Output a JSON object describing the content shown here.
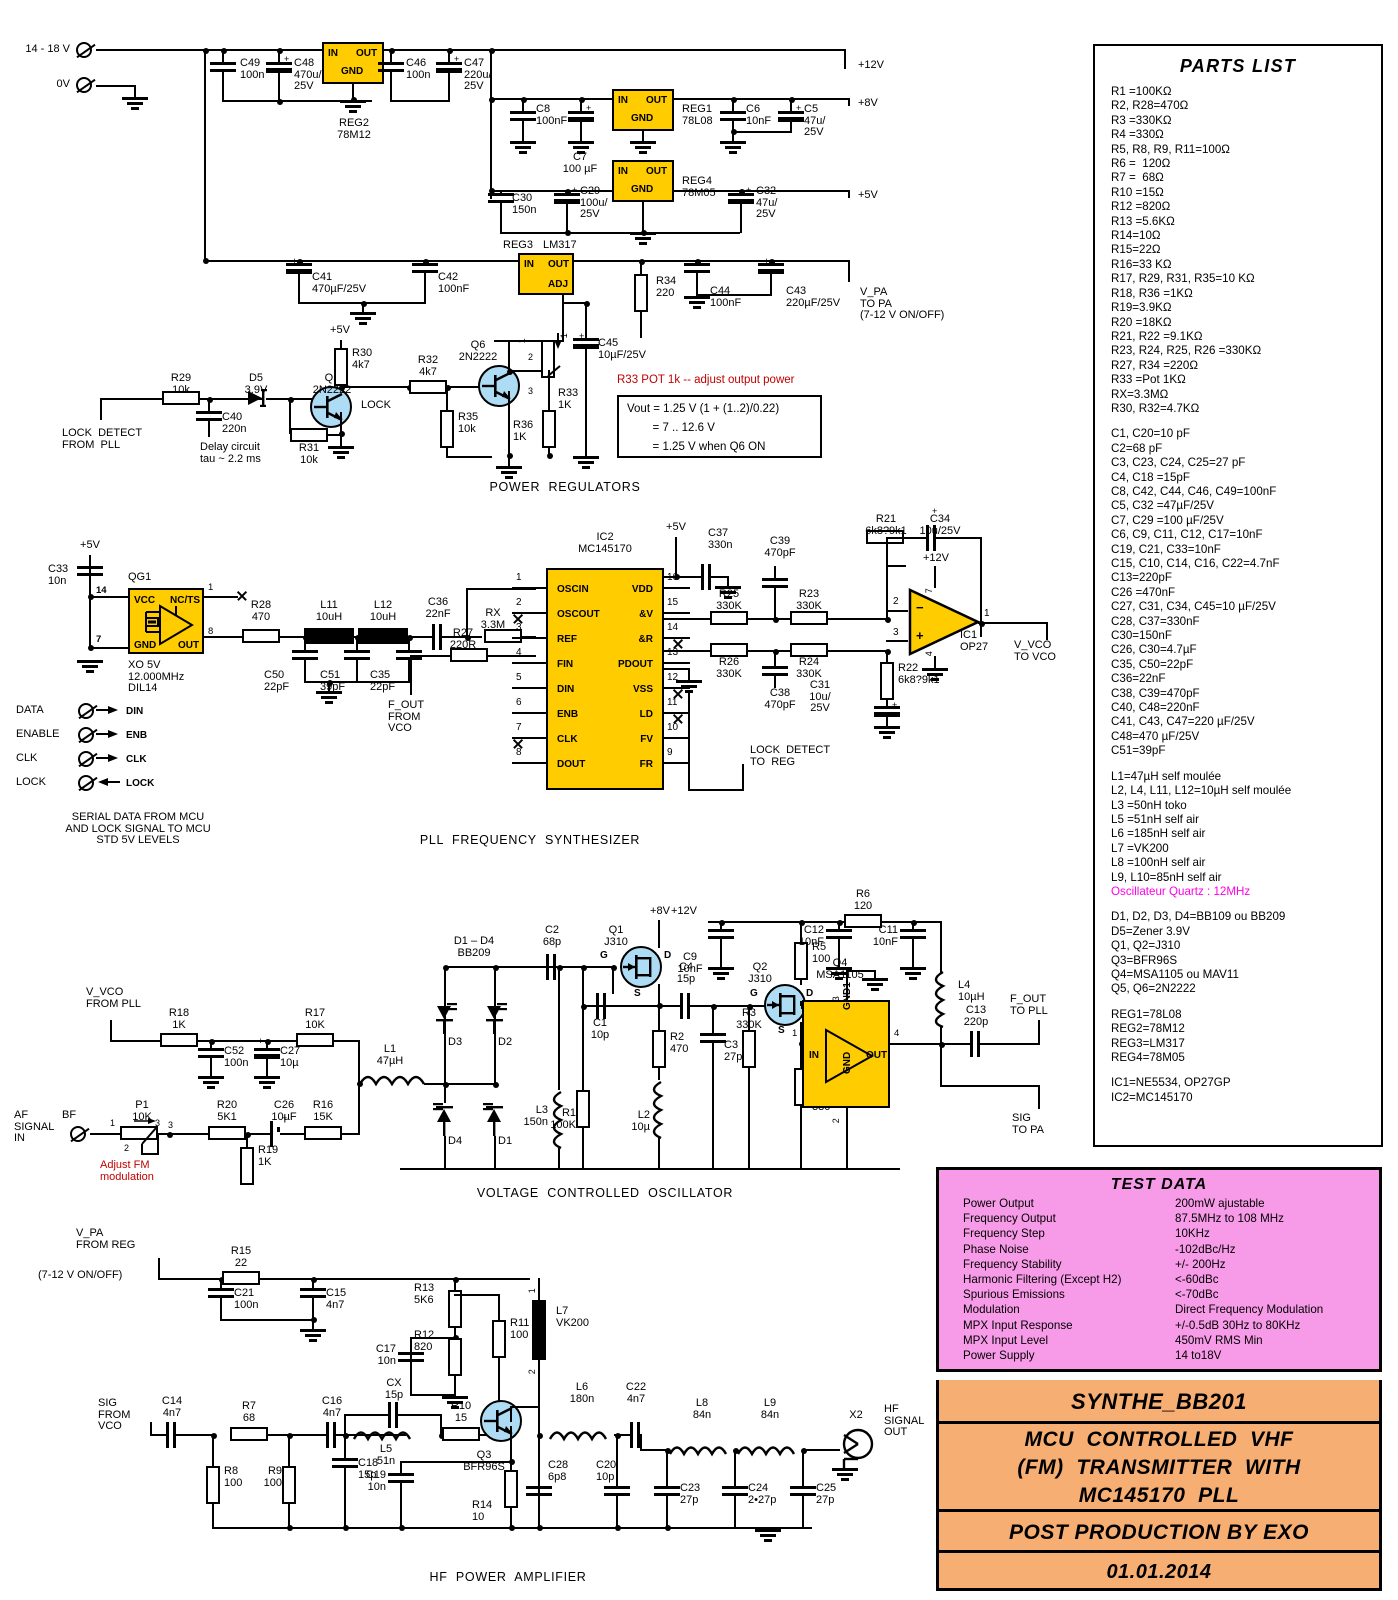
{
  "title_block": {
    "project": "SYNTHE_BB201",
    "description": "MCU  CONTROLLED  VHF\n(FM)  TRANSMITTER  WITH\nMC145170  PLL",
    "credit": "POST  PRODUCTION  BY  EXO",
    "date": "01.01.2014"
  },
  "parts_list": {
    "heading": "PARTS  LIST",
    "resistors": [
      "R1 =100KΩ",
      "R2, R28=470Ω",
      "R3 =330KΩ",
      "R4 =330Ω",
      "R5, R8, R9, R11=100Ω",
      "R6 =  120Ω",
      "R7 =  68Ω",
      "R10 =15Ω",
      "R12 =820Ω",
      "R13 =5.6KΩ",
      "R14=10Ω",
      "R15=22Ω",
      "R16=33 KΩ",
      "R17, R29, R31, R35=10 KΩ",
      "R18, R36 =1KΩ",
      "R19=3.9KΩ",
      "R20 =18KΩ",
      "R21, R22 =9.1KΩ",
      "R23, R24, R25, R26 =330KΩ",
      "R27, R34 =220Ω",
      "R33 =Pot 1KΩ",
      "RX=3.3MΩ",
      "R30, R32=4.7KΩ"
    ],
    "capacitors": [
      "C1, C20=10 pF",
      "C2=68 pF",
      "C3, C23, C24, C25=27 pF",
      "C4, C18 =15pF",
      "C8, C42, C44, C46, C49=100nF",
      "C5, C32 =47µF/25V",
      "C7, C29 =100 µF/25V",
      "C6, C9, C11, C12, C17=10nF",
      "C19, C21, C33=10nF",
      "C15, C10, C14, C16, C22=4.7nF",
      "C13=220pF",
      "C26 =470nF",
      "C27, C31, C34, C45=10 µF/25V",
      "C28, C37=330nF",
      "C30=150nF",
      "C26, C30=4.7µF",
      "C35, C50=22pF",
      "C36=22nF",
      "C38, C39=470pF",
      "C40, C48=220nF",
      "C41, C43, C47=220 µF/25V",
      "C48=470 µF/25V",
      "C51=39pF"
    ],
    "inductors": [
      "L1=47µH self moulée",
      "L2, L4, L11, L12=10µH self moulée",
      "L3 =50nH toko",
      "L5 =51nH self air",
      "L6 =185nH self air",
      "L7 =VK200",
      "L8 =100nH self air",
      "L9, L10=85nH self air"
    ],
    "oscillator_note": "Oscillateur Quartz : 12MHz",
    "semiconductors": [
      "D1, D2, D3, D4=BB109 ou BB209",
      "D5=Zener 3.9V",
      "Q1, Q2=J310",
      "Q3=BFR96S",
      "Q4=MSA1105 ou MAV11",
      "Q5, Q6=2N2222"
    ],
    "regulators": [
      "REG1=78L08",
      "REG2=78M12",
      "REG3=LM317",
      "REG4=78M05"
    ],
    "ics": [
      "IC1=NE5534, OP27GP",
      "IC2=MC145170"
    ]
  },
  "test_data": {
    "heading": "TEST  DATA",
    "rows": [
      {
        "k": "Power Output",
        "v": "200mW ajustable"
      },
      {
        "k": "Frequency Output",
        "v": "87.5MHz to 108 MHz"
      },
      {
        "k": "Frequency Step",
        "v": "10KHz"
      },
      {
        "k": "Phase Noise",
        "v": "-102dBc/Hz"
      },
      {
        "k": "Frequency Stability",
        "v": "+/- 200Hz"
      },
      {
        "k": "Harmonic Filtering (Except H2)",
        "v": "<-60dBc"
      },
      {
        "k": "Spurious Emissions",
        "v": "<-70dBc"
      },
      {
        "k": "Modulation",
        "v": "Direct Frequency Modulation"
      },
      {
        "k": "MPX Input Response",
        "v": "+/-0.5dB 30Hz to 80KHz"
      },
      {
        "k": "MPX Input Level",
        "v": "450mV RMS Min"
      },
      {
        "k": "Power Supply",
        "v": "14 to18V"
      }
    ]
  },
  "sections": {
    "power_regulators": "POWER  REGULATORS",
    "pll": "PLL  FREQUENCY  SYNTHESIZER",
    "vco": "VOLTAGE  CONTROLLED  OSCILLATOR",
    "pa": "HF  POWER  AMPLIFIER"
  },
  "power": {
    "in_label": "14 - 18 V",
    "gnd_label": "0V",
    "rails": {
      "v12": "+12V",
      "v8": "+8V",
      "v5": "+5V"
    },
    "reg2": {
      "ref": "REG2",
      "part": "78M12",
      "pins": [
        "IN",
        "OUT",
        "GND"
      ]
    },
    "reg1": {
      "ref": "REG1",
      "part": "78L08",
      "pins": [
        "IN",
        "OUT",
        "GND"
      ]
    },
    "reg4": {
      "ref": "REG4",
      "part": "78M05",
      "pins": [
        "IN",
        "OUT",
        "GND"
      ]
    },
    "reg3": {
      "ref": "REG3",
      "part": "LM317",
      "pins": [
        "IN",
        "OUT",
        "ADJ"
      ]
    },
    "caps": {
      "c49": "C49\n100n",
      "c48": "C48\n470u/\n25V",
      "c46": "C46\n100n",
      "c47": "C47\n220u/\n25V",
      "c8": "C8\n100nF",
      "c7": "C7\n100 µF",
      "c6": "C6\n10nF",
      "c5": "C5\n47u/\n25V",
      "c30": "C30\n150n",
      "c29": "C29\n100u/\n25V",
      "c32": "C32\n47u/\n25V",
      "c41": "C41\n470µF/25V",
      "c42": "C42\n100nF",
      "c44": "C44\n100nF",
      "c43": "C43\n220µF/25V",
      "c45": "C45\n10µF/25V",
      "c40": "C40\n220n"
    },
    "res": {
      "r34": "R34\n220",
      "r29": "R29\n10k",
      "r30": "R30\n4k7",
      "r31": "R31\n10k",
      "r32": "R32\n4k7",
      "r33": "R33\n1K",
      "r35": "R35\n10k",
      "r36": "R36\n1K"
    },
    "q5": "Q5\n2N2222",
    "q6": "Q6\n2N2222",
    "d5": "D5\n3.9V",
    "lock_detect_in": "LOCK  DETECT\nFROM  PLL",
    "lock_node": "LOCK",
    "delay_note": "Delay circuit\ntau ~ 2.2 ms",
    "v5_node": "+5V",
    "vpa_out": "V_PA\nTO PA\n(7-12 V ON/OFF)",
    "pot_note": "R33 POT 1k -- adjust output power",
    "vout_formula": [
      "Vout = 1.25 V (1 + (1..2)/0.22)",
      "        = 7 .. 12.6 V",
      "        = 1.25 V when Q6 ON"
    ]
  },
  "pll": {
    "ic2": {
      "ref": "IC2",
      "part": "MC145170",
      "left_pins": [
        {
          "n": "1",
          "name": "OSCIN"
        },
        {
          "n": "2",
          "name": "OSCOUT"
        },
        {
          "n": "3",
          "name": "REF"
        },
        {
          "n": "4",
          "name": "FIN"
        },
        {
          "n": "5",
          "name": "DIN"
        },
        {
          "n": "6",
          "name": "ENB"
        },
        {
          "n": "7",
          "name": "CLK"
        },
        {
          "n": "8",
          "name": "DOUT"
        }
      ],
      "right_pins": [
        {
          "n": "16",
          "name": "VDD"
        },
        {
          "n": "15",
          "name": "&V"
        },
        {
          "n": "14",
          "name": "&R"
        },
        {
          "n": "13",
          "name": "PDOUT"
        },
        {
          "n": "12",
          "name": "VSS"
        },
        {
          "n": "11",
          "name": "LD"
        },
        {
          "n": "10",
          "name": "FV"
        },
        {
          "n": "9",
          "name": "FR"
        }
      ]
    },
    "xo": {
      "ref": "QG1",
      "desc": "XO 5V\n12.000MHz\nDIL14",
      "pins": {
        "vcc": "VCC",
        "gnd": "GND",
        "nc": "NC/TS",
        "out": "OUT",
        "p14": "14",
        "p7": "7",
        "p1": "1",
        "p8": "8"
      }
    },
    "c33": "C33\n10n",
    "v5": "+5V",
    "r28": "R28\n470",
    "l11": "L11\n10uH",
    "l12": "L12\n10uH",
    "c50": "C50\n22pF",
    "c51": "C51\n39pF",
    "c35": "C35\n22pF",
    "c36": "C36\n22nF",
    "rx": "RX\n3.3M",
    "r27": "R27\n220R",
    "fout_in": "F_OUT\nFROM\nVCO",
    "mcu_pins": [
      {
        "label": "DATA",
        "net": "DIN",
        "dir": "in"
      },
      {
        "label": "ENABLE",
        "net": "ENB",
        "dir": "in"
      },
      {
        "label": "CLK",
        "net": "CLK",
        "dir": "in"
      },
      {
        "label": "LOCK",
        "net": "LOCK",
        "dir": "out"
      }
    ],
    "mcu_note": "SERIAL DATA FROM MCU\nAND LOCK SIGNAL TO MCU\nSTD 5V LEVELS",
    "c37": "C37\n330n",
    "c39": "C39\n470pF",
    "c38": "C38\n470pF",
    "r25": "R25\n330K",
    "r26": "R26\n330K",
    "r23": "R23\n330K",
    "r24": "R24\n330K",
    "r21": "R21\n6k8?9k1",
    "r22": "R22\n6k8?9k1",
    "c34": "C34\n10u/25V",
    "c31": "C31\n10u/\n25V",
    "ic1": {
      "ref": "IC1",
      "part": "OP27",
      "pins": {
        "inv": "2",
        "non": "3",
        "out": "1",
        "vp": "7",
        "vn": "4"
      }
    },
    "v12": "+12V",
    "vvco_out": "V_VCO\nTO VCO",
    "lock_to_reg": "LOCK  DETECT\nTO  REG"
  },
  "vco": {
    "vvco_in": "V_VCO\nFROM PLL",
    "r18": "R18\n1K",
    "c52": "C52\n100n",
    "c27": "C27\n10µ",
    "r17": "R17\n10K",
    "af_in": "AF\nSIGNAL\nIN",
    "bf": "BF",
    "p1": "P1\n10K",
    "p1_pins": [
      "1",
      "3",
      "2",
      "3"
    ],
    "fm_note": "Adjust FM\nmodulation",
    "r20": "R20\n5K1",
    "r19": "R19\n1K",
    "c26": "C26\n10µF",
    "r16": "R16\n15K",
    "l1": "L1\n47µH",
    "varicaps": "D1 – D4\nBB209",
    "d_labels": [
      "D3",
      "D2",
      "D4",
      "D1"
    ],
    "l3": "L3\n150n",
    "r1": "R1\n100K",
    "c2": "C2\n68p",
    "q1": "Q1\nJ310",
    "q1_pins": {
      "g": "G",
      "d": "D",
      "s": "S"
    },
    "c1": "C1\n10p",
    "l2": "L2\n10µ",
    "r2": "R2\n470",
    "c4": "C4\n15p",
    "c3": "C3\n27p",
    "r3": "R3\n330K",
    "q2": "Q2\nJ310",
    "q2_pins": {
      "g": "G",
      "d": "D",
      "s": "S"
    },
    "r4": "R4\n330",
    "r5": "R5\n100",
    "c10": "C10\n4n7",
    "q4": "Q4\nMSA1105",
    "q4_pins": {
      "in": "IN",
      "out": "OUT",
      "gnd1": "GND1",
      "gnd": "GND",
      "p1": "1",
      "p2": "2",
      "p3": "3",
      "p4": "4"
    },
    "c9": "C9\n10nF",
    "c12": "C12\n10nF",
    "c11": "C11\n10nF",
    "r6": "R6\n120",
    "l4": "L4\n10µH",
    "c13": "C13\n220p",
    "v8": "+8V",
    "v12": "+12V",
    "fout": "F_OUT\nTO PLL",
    "sig_to_pa": "SIG\nTO PA"
  },
  "pa": {
    "vpa_in": "V_PA\nFROM REG",
    "vpa_range": "(7-12 V ON/OFF)",
    "r15": "R15\n22",
    "c21": "C21\n100n",
    "c15": "C15\n4n7",
    "sig_in": "SIG\nFROM\nVCO",
    "c14": "C14\n4n7",
    "r7": "R7\n68",
    "r8": "R8\n100",
    "r9": "R9\n100",
    "c16": "C16\n4n7",
    "cx": "CX\n15p",
    "l5": "L5\n51n",
    "c18": "C18\n15p",
    "r13": "R13\n5K6",
    "r12": "R12\n820",
    "c17": "C17\n10n",
    "r11": "R11\n100",
    "r10": "R10\n15",
    "q3": "Q3\nBFR96S",
    "c19": "C19\n10n",
    "r14": "R14\n10",
    "l7": "L7\nVK200",
    "l7_pins": [
      "1",
      "2"
    ],
    "c28": "C28\n6p8",
    "c20": "C20\n10p",
    "l6": "L6\n180n",
    "c22": "C22\n4n7",
    "c23": "C23\n27p",
    "l8": "L8\n84n",
    "c24": "C24\n2•27p",
    "l9": "L9\n84n",
    "c25": "C25\n27p",
    "x2": "X2",
    "hf_out": "HF\nSIGNAL\nOUT"
  }
}
